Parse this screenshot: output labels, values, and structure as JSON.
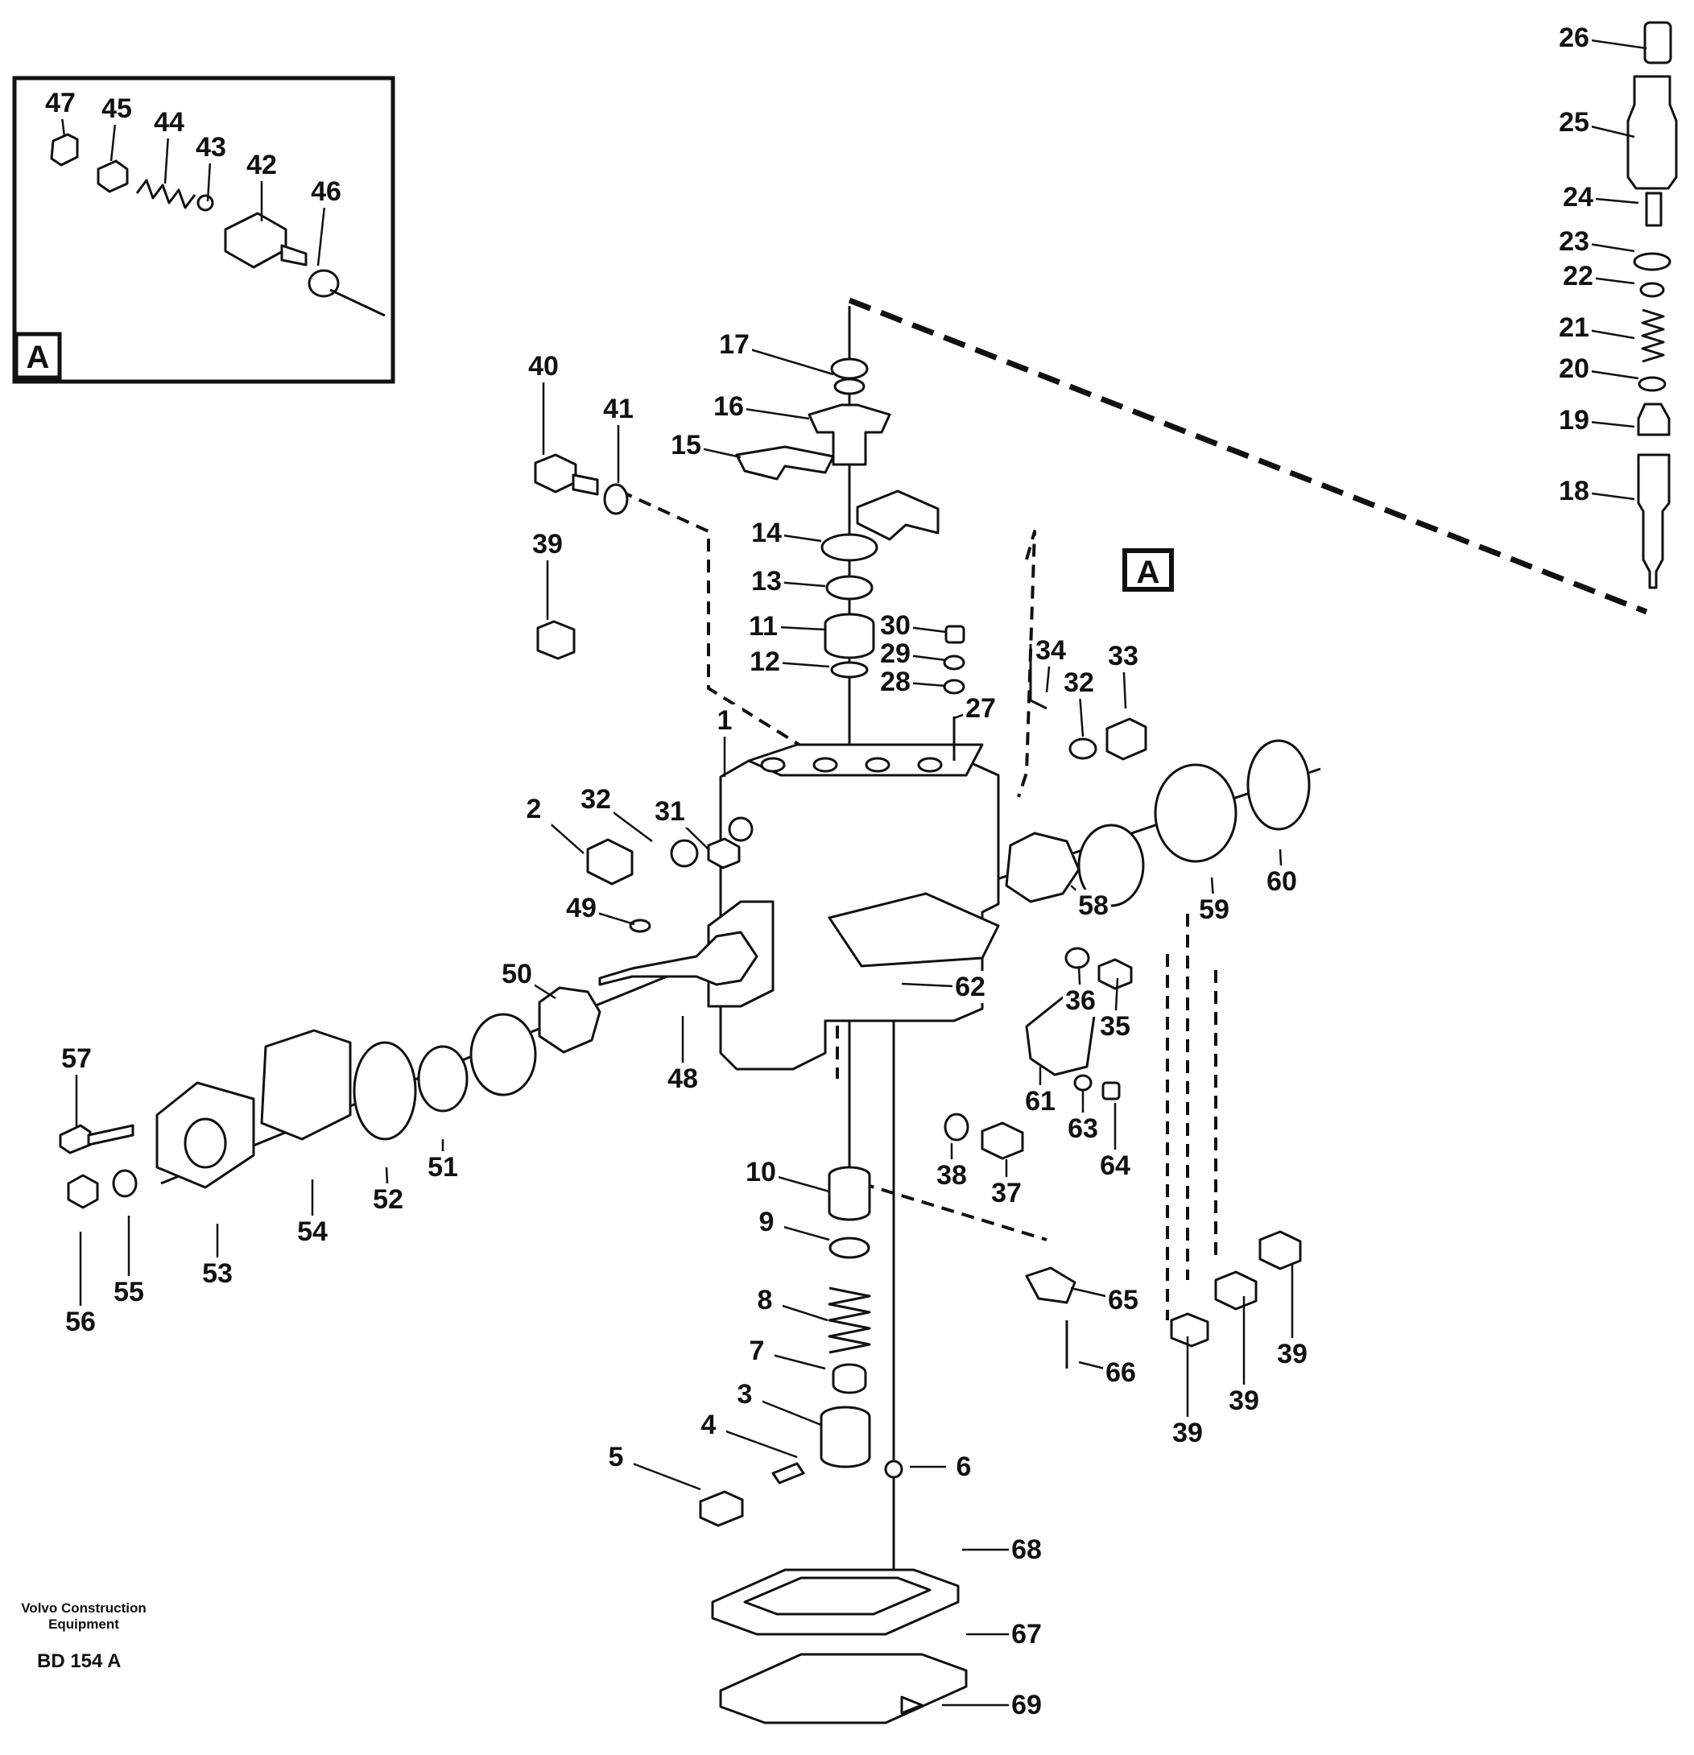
{
  "diagram": {
    "detail_label": "A",
    "detail_ref_label": "A",
    "callouts": [
      {
        "id": "26",
        "text": "26"
      },
      {
        "id": "25",
        "text": "25"
      },
      {
        "id": "24",
        "text": "24"
      },
      {
        "id": "23",
        "text": "23"
      },
      {
        "id": "22",
        "text": "22"
      },
      {
        "id": "21",
        "text": "21"
      },
      {
        "id": "20",
        "text": "20"
      },
      {
        "id": "19",
        "text": "19"
      },
      {
        "id": "18",
        "text": "18"
      },
      {
        "id": "47",
        "text": "47"
      },
      {
        "id": "45",
        "text": "45"
      },
      {
        "id": "44",
        "text": "44"
      },
      {
        "id": "43",
        "text": "43"
      },
      {
        "id": "42",
        "text": "42"
      },
      {
        "id": "46",
        "text": "46"
      },
      {
        "id": "17",
        "text": "17"
      },
      {
        "id": "16",
        "text": "16"
      },
      {
        "id": "15",
        "text": "15"
      },
      {
        "id": "14",
        "text": "14"
      },
      {
        "id": "13",
        "text": "13"
      },
      {
        "id": "11",
        "text": "11"
      },
      {
        "id": "12",
        "text": "12"
      },
      {
        "id": "30",
        "text": "30"
      },
      {
        "id": "29",
        "text": "29"
      },
      {
        "id": "28",
        "text": "28"
      },
      {
        "id": "27",
        "text": "27"
      },
      {
        "id": "34",
        "text": "34"
      },
      {
        "id": "32a",
        "text": "32"
      },
      {
        "id": "33",
        "text": "33"
      },
      {
        "id": "40",
        "text": "40"
      },
      {
        "id": "41",
        "text": "41"
      },
      {
        "id": "39a",
        "text": "39"
      },
      {
        "id": "1",
        "text": "1"
      },
      {
        "id": "2",
        "text": "2"
      },
      {
        "id": "32b",
        "text": "32"
      },
      {
        "id": "31",
        "text": "31"
      },
      {
        "id": "49",
        "text": "49"
      },
      {
        "id": "58",
        "text": "58"
      },
      {
        "id": "59",
        "text": "59"
      },
      {
        "id": "60",
        "text": "60"
      },
      {
        "id": "50",
        "text": "50"
      },
      {
        "id": "48",
        "text": "48"
      },
      {
        "id": "62",
        "text": "62"
      },
      {
        "id": "36",
        "text": "36"
      },
      {
        "id": "35",
        "text": "35"
      },
      {
        "id": "61",
        "text": "61"
      },
      {
        "id": "63",
        "text": "63"
      },
      {
        "id": "64",
        "text": "64"
      },
      {
        "id": "57",
        "text": "57"
      },
      {
        "id": "52",
        "text": "52"
      },
      {
        "id": "51",
        "text": "51"
      },
      {
        "id": "54",
        "text": "54"
      },
      {
        "id": "53",
        "text": "53"
      },
      {
        "id": "55",
        "text": "55"
      },
      {
        "id": "56",
        "text": "56"
      },
      {
        "id": "38",
        "text": "38"
      },
      {
        "id": "37",
        "text": "37"
      },
      {
        "id": "10",
        "text": "10"
      },
      {
        "id": "9",
        "text": "9"
      },
      {
        "id": "8",
        "text": "8"
      },
      {
        "id": "7",
        "text": "7"
      },
      {
        "id": "3",
        "text": "3"
      },
      {
        "id": "4",
        "text": "4"
      },
      {
        "id": "5",
        "text": "5"
      },
      {
        "id": "6",
        "text": "6"
      },
      {
        "id": "65",
        "text": "65"
      },
      {
        "id": "66",
        "text": "66"
      },
      {
        "id": "39b",
        "text": "39"
      },
      {
        "id": "39c",
        "text": "39"
      },
      {
        "id": "39d",
        "text": "39"
      },
      {
        "id": "68",
        "text": "68"
      },
      {
        "id": "67",
        "text": "67"
      },
      {
        "id": "69",
        "text": "69"
      }
    ]
  },
  "footer": {
    "maker_line1": "Volvo Construction",
    "maker_line2": "Equipment",
    "code": "BD 154 A"
  }
}
